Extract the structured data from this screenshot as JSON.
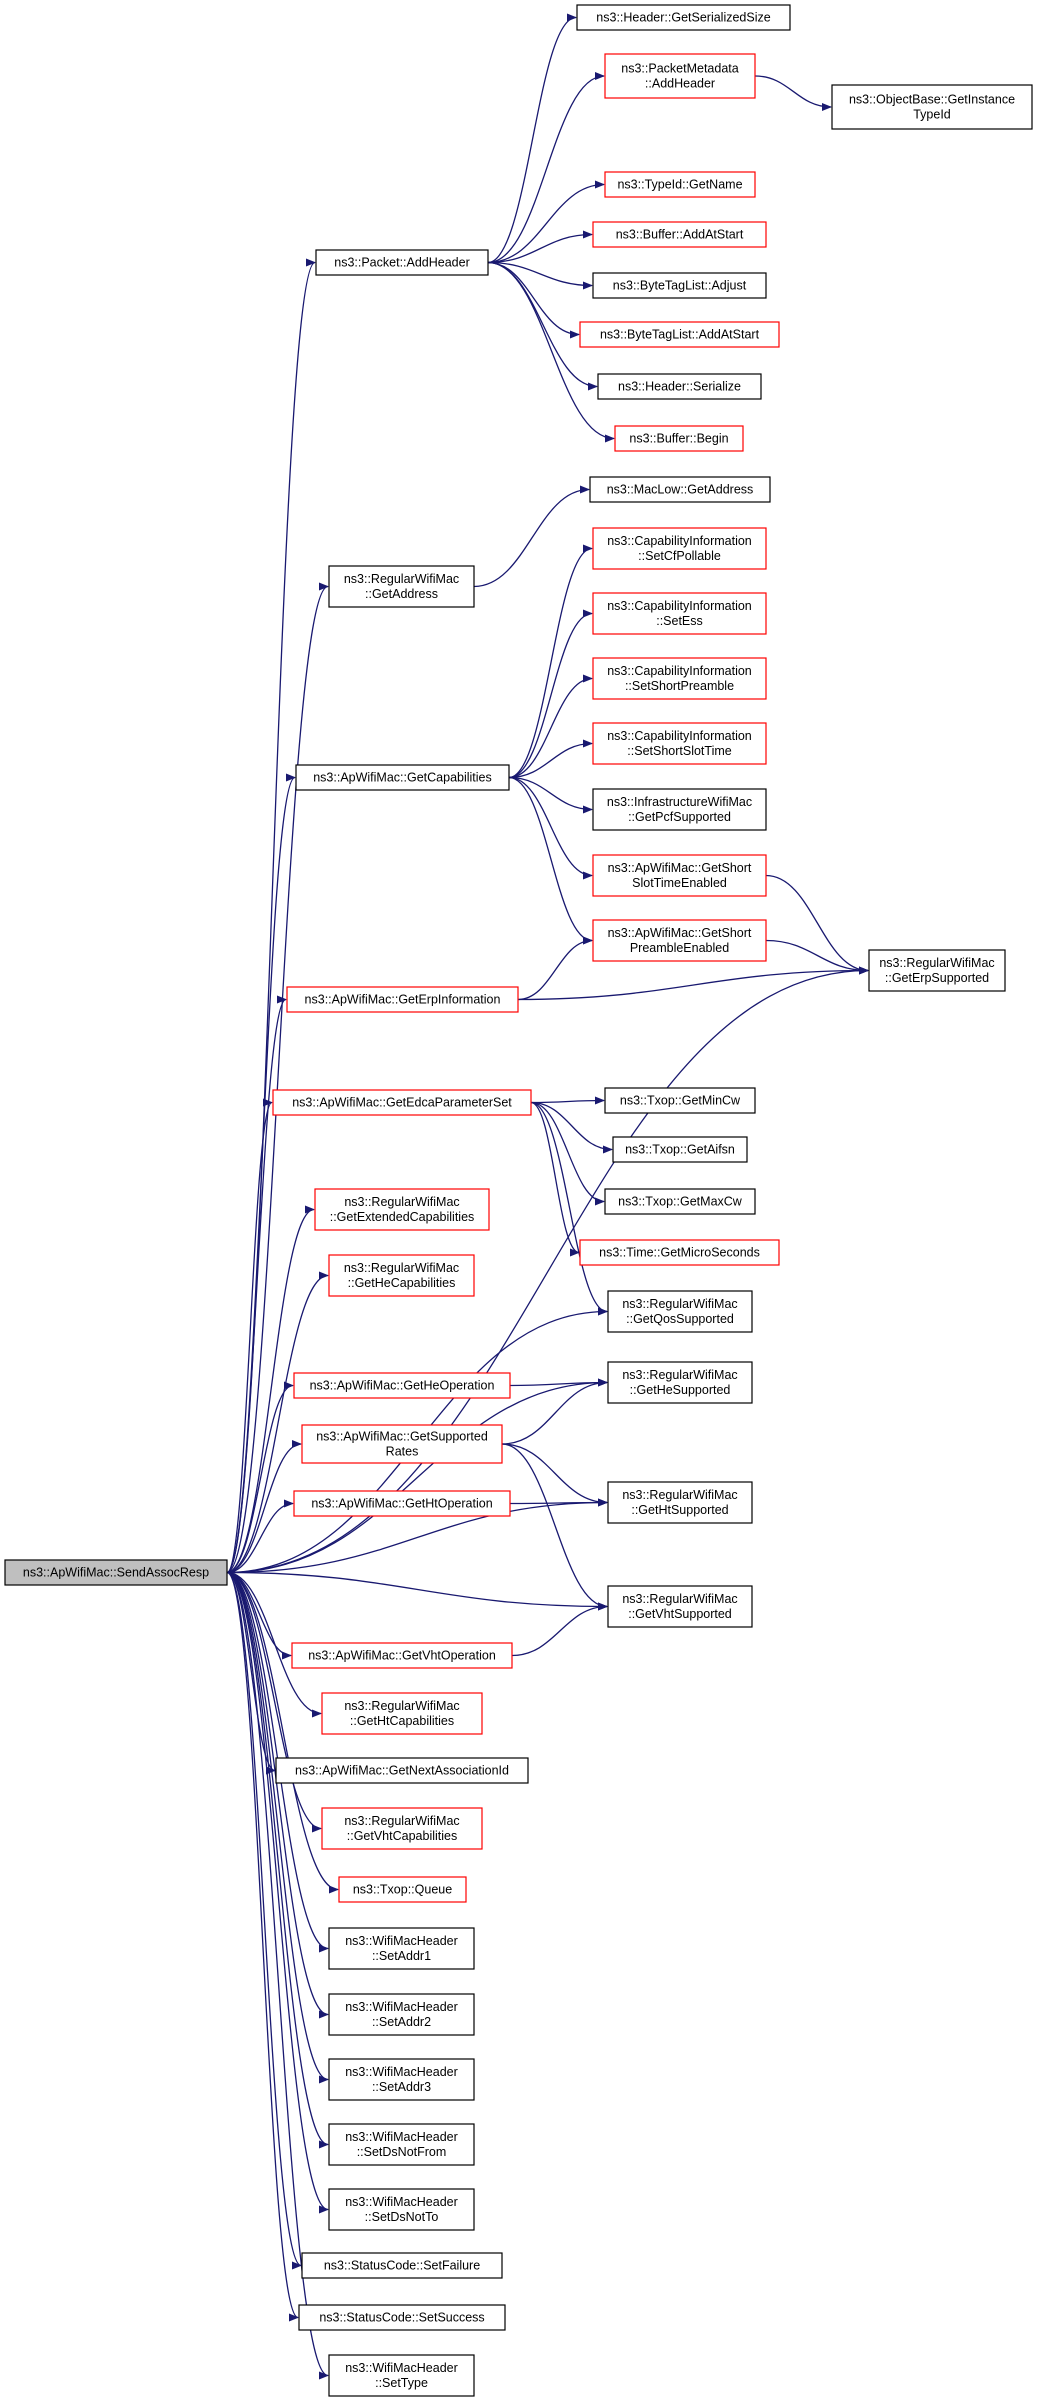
{
  "colors": {
    "edge": "#191970",
    "border_black": "#000000",
    "border_red": "#ff0000",
    "root_fill": "#bfbfbf",
    "node_fill": "#ffffff"
  },
  "nodes": [
    {
      "id": "root",
      "lines": [
        "ns3::ApWifiMac::SendAssocResp"
      ],
      "border": "black",
      "root": true
    },
    {
      "id": "addheader",
      "lines": [
        "ns3::Packet::AddHeader"
      ],
      "border": "black"
    },
    {
      "id": "getserializedsize",
      "lines": [
        "ns3::Header::GetSerializedSize"
      ],
      "border": "black"
    },
    {
      "id": "pm_addheader",
      "lines": [
        "ns3::PacketMetadata",
        "::AddHeader"
      ],
      "border": "red"
    },
    {
      "id": "getinstancetypeid",
      "lines": [
        "ns3::ObjectBase::GetInstance",
        "TypeId"
      ],
      "border": "black"
    },
    {
      "id": "typeid_getname",
      "lines": [
        "ns3::TypeId::GetName"
      ],
      "border": "red"
    },
    {
      "id": "buffer_addatstart",
      "lines": [
        "ns3::Buffer::AddAtStart"
      ],
      "border": "red"
    },
    {
      "id": "btl_adjust",
      "lines": [
        "ns3::ByteTagList::Adjust"
      ],
      "border": "black"
    },
    {
      "id": "btl_addatstart",
      "lines": [
        "ns3::ByteTagList::AddAtStart"
      ],
      "border": "red"
    },
    {
      "id": "header_serialize",
      "lines": [
        "ns3::Header::Serialize"
      ],
      "border": "black"
    },
    {
      "id": "buffer_begin",
      "lines": [
        "ns3::Buffer::Begin"
      ],
      "border": "red"
    },
    {
      "id": "maclow_getaddress",
      "lines": [
        "ns3::MacLow::GetAddress"
      ],
      "border": "black"
    },
    {
      "id": "rwm_getaddress",
      "lines": [
        "ns3::RegularWifiMac",
        "::GetAddress"
      ],
      "border": "black"
    },
    {
      "id": "ci_setcfpollable",
      "lines": [
        "ns3::CapabilityInformation",
        "::SetCfPollable"
      ],
      "border": "red"
    },
    {
      "id": "ci_setess",
      "lines": [
        "ns3::CapabilityInformation",
        "::SetEss"
      ],
      "border": "red"
    },
    {
      "id": "ci_setshortpreamble",
      "lines": [
        "ns3::CapabilityInformation",
        "::SetShortPreamble"
      ],
      "border": "red"
    },
    {
      "id": "ci_setshortslottime",
      "lines": [
        "ns3::CapabilityInformation",
        "::SetShortSlotTime"
      ],
      "border": "red"
    },
    {
      "id": "getcapabilities",
      "lines": [
        "ns3::ApWifiMac::GetCapabilities"
      ],
      "border": "black"
    },
    {
      "id": "iwm_getpcfsupported",
      "lines": [
        "ns3::InfrastructureWifiMac",
        "::GetPcfSupported"
      ],
      "border": "black"
    },
    {
      "id": "getshortslottimeenabled",
      "lines": [
        "ns3::ApWifiMac::GetShort",
        "SlotTimeEnabled"
      ],
      "border": "red"
    },
    {
      "id": "getshortpreambleenabled",
      "lines": [
        "ns3::ApWifiMac::GetShort",
        "PreambleEnabled"
      ],
      "border": "red"
    },
    {
      "id": "geterpsupported",
      "lines": [
        "ns3::RegularWifiMac",
        "::GetErpSupported"
      ],
      "border": "black"
    },
    {
      "id": "geterpinformation",
      "lines": [
        "ns3::ApWifiMac::GetErpInformation"
      ],
      "border": "red"
    },
    {
      "id": "getedcaparameterset",
      "lines": [
        "ns3::ApWifiMac::GetEdcaParameterSet"
      ],
      "border": "red"
    },
    {
      "id": "txop_getmincw",
      "lines": [
        "ns3::Txop::GetMinCw"
      ],
      "border": "black"
    },
    {
      "id": "txop_getaifsn",
      "lines": [
        "ns3::Txop::GetAifsn"
      ],
      "border": "black"
    },
    {
      "id": "txop_getmaxcw",
      "lines": [
        "ns3::Txop::GetMaxCw"
      ],
      "border": "black"
    },
    {
      "id": "time_getmicroseconds",
      "lines": [
        "ns3::Time::GetMicroSeconds"
      ],
      "border": "red"
    },
    {
      "id": "getqossupported",
      "lines": [
        "ns3::RegularWifiMac",
        "::GetQosSupported"
      ],
      "border": "black"
    },
    {
      "id": "getextendedcapabilities",
      "lines": [
        "ns3::RegularWifiMac",
        "::GetExtendedCapabilities"
      ],
      "border": "red"
    },
    {
      "id": "gethecapabilities",
      "lines": [
        "ns3::RegularWifiMac",
        "::GetHeCapabilities"
      ],
      "border": "red"
    },
    {
      "id": "getheoperation",
      "lines": [
        "ns3::ApWifiMac::GetHeOperation"
      ],
      "border": "red"
    },
    {
      "id": "gethesupported",
      "lines": [
        "ns3::RegularWifiMac",
        "::GetHeSupported"
      ],
      "border": "black"
    },
    {
      "id": "getsupportedrates",
      "lines": [
        "ns3::ApWifiMac::GetSupported",
        "Rates"
      ],
      "border": "red"
    },
    {
      "id": "gethtoperation",
      "lines": [
        "ns3::ApWifiMac::GetHtOperation"
      ],
      "border": "red"
    },
    {
      "id": "gethtsupported",
      "lines": [
        "ns3::RegularWifiMac",
        "::GetHtSupported"
      ],
      "border": "black"
    },
    {
      "id": "getvhtsupported",
      "lines": [
        "ns3::RegularWifiMac",
        "::GetVhtSupported"
      ],
      "border": "black"
    },
    {
      "id": "getvhtoperation",
      "lines": [
        "ns3::ApWifiMac::GetVhtOperation"
      ],
      "border": "red"
    },
    {
      "id": "gethtcapabilities",
      "lines": [
        "ns3::RegularWifiMac",
        "::GetHtCapabilities"
      ],
      "border": "red"
    },
    {
      "id": "getnextassociationid",
      "lines": [
        "ns3::ApWifiMac::GetNextAssociationId"
      ],
      "border": "black"
    },
    {
      "id": "getvhtcapabilities",
      "lines": [
        "ns3::RegularWifiMac",
        "::GetVhtCapabilities"
      ],
      "border": "red"
    },
    {
      "id": "txop_queue",
      "lines": [
        "ns3::Txop::Queue"
      ],
      "border": "red"
    },
    {
      "id": "setaddr1",
      "lines": [
        "ns3::WifiMacHeader",
        "::SetAddr1"
      ],
      "border": "black"
    },
    {
      "id": "setaddr2",
      "lines": [
        "ns3::WifiMacHeader",
        "::SetAddr2"
      ],
      "border": "black"
    },
    {
      "id": "setaddr3",
      "lines": [
        "ns3::WifiMacHeader",
        "::SetAddr3"
      ],
      "border": "black"
    },
    {
      "id": "setdsnotfrom",
      "lines": [
        "ns3::WifiMacHeader",
        "::SetDsNotFrom"
      ],
      "border": "black"
    },
    {
      "id": "setdsnotto",
      "lines": [
        "ns3::WifiMacHeader",
        "::SetDsNotTo"
      ],
      "border": "black"
    },
    {
      "id": "setfailure",
      "lines": [
        "ns3::StatusCode::SetFailure"
      ],
      "border": "black"
    },
    {
      "id": "setsuccess",
      "lines": [
        "ns3::StatusCode::SetSuccess"
      ],
      "border": "black"
    },
    {
      "id": "settype",
      "lines": [
        "ns3::WifiMacHeader",
        "::SetType"
      ],
      "border": "black"
    }
  ],
  "edges": [
    [
      "root",
      "addheader"
    ],
    [
      "root",
      "rwm_getaddress"
    ],
    [
      "root",
      "getcapabilities"
    ],
    [
      "root",
      "geterpinformation"
    ],
    [
      "root",
      "geterpsupported"
    ],
    [
      "root",
      "getedcaparameterset"
    ],
    [
      "root",
      "getqossupported"
    ],
    [
      "root",
      "getextendedcapabilities"
    ],
    [
      "root",
      "gethecapabilities"
    ],
    [
      "root",
      "getheoperation"
    ],
    [
      "root",
      "gethesupported"
    ],
    [
      "root",
      "getsupportedrates"
    ],
    [
      "root",
      "gethtoperation"
    ],
    [
      "root",
      "gethtsupported"
    ],
    [
      "root",
      "getvhtsupported"
    ],
    [
      "root",
      "getvhtoperation"
    ],
    [
      "root",
      "gethtcapabilities"
    ],
    [
      "root",
      "getnextassociationid"
    ],
    [
      "root",
      "getvhtcapabilities"
    ],
    [
      "root",
      "txop_queue"
    ],
    [
      "root",
      "setaddr1"
    ],
    [
      "root",
      "setaddr2"
    ],
    [
      "root",
      "setaddr3"
    ],
    [
      "root",
      "setdsnotfrom"
    ],
    [
      "root",
      "setdsnotto"
    ],
    [
      "root",
      "setfailure"
    ],
    [
      "root",
      "setsuccess"
    ],
    [
      "root",
      "settype"
    ],
    [
      "addheader",
      "getserializedsize"
    ],
    [
      "addheader",
      "pm_addheader"
    ],
    [
      "addheader",
      "typeid_getname"
    ],
    [
      "addheader",
      "buffer_addatstart"
    ],
    [
      "addheader",
      "btl_adjust"
    ],
    [
      "addheader",
      "btl_addatstart"
    ],
    [
      "addheader",
      "header_serialize"
    ],
    [
      "addheader",
      "buffer_begin"
    ],
    [
      "pm_addheader",
      "getinstancetypeid"
    ],
    [
      "rwm_getaddress",
      "maclow_getaddress"
    ],
    [
      "getcapabilities",
      "ci_setcfpollable"
    ],
    [
      "getcapabilities",
      "ci_setess"
    ],
    [
      "getcapabilities",
      "ci_setshortpreamble"
    ],
    [
      "getcapabilities",
      "ci_setshortslottime"
    ],
    [
      "getcapabilities",
      "iwm_getpcfsupported"
    ],
    [
      "getcapabilities",
      "getshortslottimeenabled"
    ],
    [
      "getcapabilities",
      "getshortpreambleenabled"
    ],
    [
      "getshortslottimeenabled",
      "geterpsupported"
    ],
    [
      "getshortpreambleenabled",
      "geterpsupported"
    ],
    [
      "geterpinformation",
      "getshortpreambleenabled"
    ],
    [
      "geterpinformation",
      "geterpsupported"
    ],
    [
      "getedcaparameterset",
      "txop_getmincw"
    ],
    [
      "getedcaparameterset",
      "txop_getaifsn"
    ],
    [
      "getedcaparameterset",
      "txop_getmaxcw"
    ],
    [
      "getedcaparameterset",
      "time_getmicroseconds"
    ],
    [
      "getedcaparameterset",
      "getqossupported"
    ],
    [
      "getheoperation",
      "gethesupported"
    ],
    [
      "getsupportedrates",
      "gethesupported"
    ],
    [
      "getsupportedrates",
      "gethtsupported"
    ],
    [
      "getsupportedrates",
      "getvhtsupported"
    ],
    [
      "gethtoperation",
      "gethtsupported"
    ],
    [
      "getvhtoperation",
      "getvhtsupported"
    ]
  ]
}
